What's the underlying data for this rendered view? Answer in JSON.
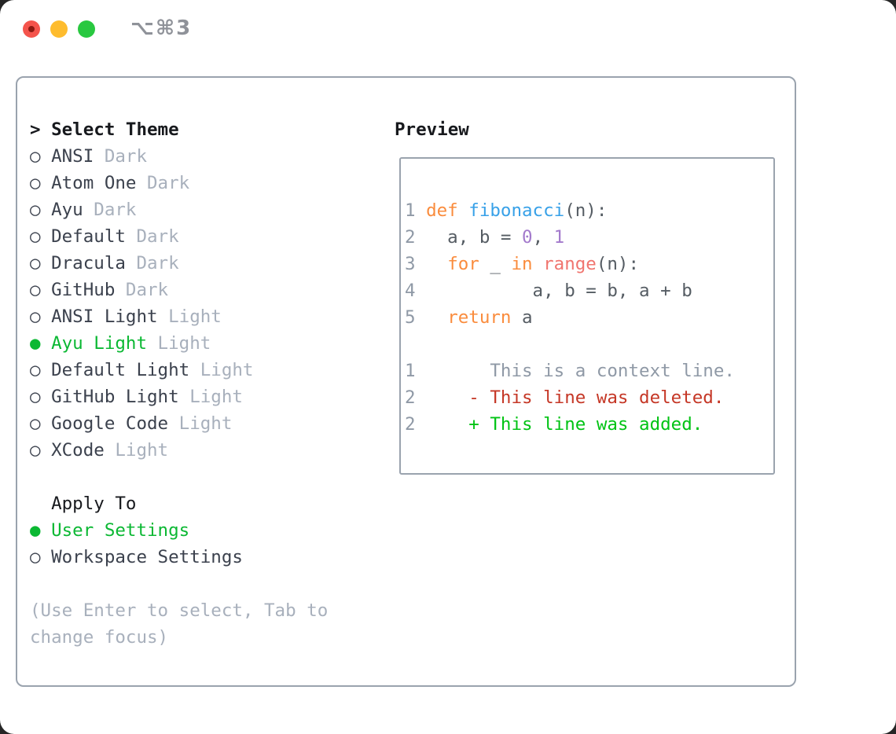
{
  "titlebar": {
    "title": "⌥⌘3",
    "buttons": [
      "close",
      "minimize",
      "zoom"
    ]
  },
  "colors": {
    "tl_red": "#f4544c",
    "tl_red_dot": "#8c1a12",
    "tl_yellow": "#febc2e",
    "tl_green": "#29c840",
    "title": "#8f9299",
    "border": "#9aa3ae",
    "black": "#17191d",
    "dark": "#3b414d",
    "tag": "#a8b0bc",
    "green": "#0bb833",
    "gutter": "#8f99a6",
    "fg": "#555c63",
    "keyword": "#fa8c3d",
    "func": "#38a1e8",
    "number": "#a37acc",
    "builtin": "#f0756f",
    "deleted": "#c53726",
    "added": "#00c314"
  },
  "theme_panel": {
    "header": {
      "prefix": "> ",
      "label": "Select Theme"
    },
    "items": [
      {
        "name": "ANSI",
        "tag": "Dark",
        "selected": false
      },
      {
        "name": "Atom One",
        "tag": "Dark",
        "selected": false
      },
      {
        "name": "Ayu",
        "tag": "Dark",
        "selected": false
      },
      {
        "name": "Default",
        "tag": "Dark",
        "selected": false
      },
      {
        "name": "Dracula",
        "tag": "Dark",
        "selected": false
      },
      {
        "name": "GitHub",
        "tag": "Dark",
        "selected": false
      },
      {
        "name": "ANSI Light",
        "tag": "Light",
        "selected": false
      },
      {
        "name": "Ayu Light",
        "tag": "Light",
        "selected": true
      },
      {
        "name": "Default Light",
        "tag": "Light",
        "selected": false
      },
      {
        "name": "GitHub Light",
        "tag": "Light",
        "selected": false
      },
      {
        "name": "Google Code",
        "tag": "Light",
        "selected": false
      },
      {
        "name": "XCode",
        "tag": "Light",
        "selected": false
      }
    ],
    "radio_unselected": "○ ",
    "radio_selected": "● ",
    "apply_to": {
      "label": "Apply To",
      "indent": "  ",
      "options": [
        {
          "name": "User Settings",
          "selected": true
        },
        {
          "name": "Workspace Settings",
          "selected": false
        }
      ]
    },
    "hint_lines": [
      "(Use Enter to select, Tab to",
      "change focus)"
    ]
  },
  "preview": {
    "label": "Preview",
    "lines": [
      {
        "num": "1",
        "segments": [
          {
            "t": "def",
            "c": "keyword"
          },
          {
            "t": " ",
            "c": "fg"
          },
          {
            "t": "fibonacci",
            "c": "func"
          },
          {
            "t": "(n):",
            "c": "fg"
          }
        ]
      },
      {
        "num": "2",
        "segments": [
          {
            "t": "  a, b = ",
            "c": "fg"
          },
          {
            "t": "0",
            "c": "number"
          },
          {
            "t": ", ",
            "c": "fg"
          },
          {
            "t": "1",
            "c": "number"
          }
        ]
      },
      {
        "num": "3",
        "segments": [
          {
            "t": "  ",
            "c": "fg"
          },
          {
            "t": "for",
            "c": "keyword"
          },
          {
            "t": " _ ",
            "c": "fg"
          },
          {
            "t": "in",
            "c": "keyword"
          },
          {
            "t": " ",
            "c": "fg"
          },
          {
            "t": "range",
            "c": "builtin"
          },
          {
            "t": "(n):",
            "c": "fg"
          }
        ]
      },
      {
        "num": "4",
        "segments": [
          {
            "t": "          a, b = b, a + b",
            "c": "fg"
          }
        ]
      },
      {
        "num": "5",
        "segments": [
          {
            "t": "  ",
            "c": "fg"
          },
          {
            "t": "return",
            "c": "keyword"
          },
          {
            "t": " a",
            "c": "fg"
          }
        ]
      },
      {
        "num": "",
        "segments": []
      },
      {
        "num": "1",
        "segments": [
          {
            "t": "      This is a context line.",
            "c": "muted"
          }
        ]
      },
      {
        "num": "2",
        "segments": [
          {
            "t": "    - This line was deleted.",
            "c": "deleted"
          }
        ]
      },
      {
        "num": "2",
        "segments": [
          {
            "t": "    + This line was added.",
            "c": "added"
          }
        ]
      }
    ]
  }
}
